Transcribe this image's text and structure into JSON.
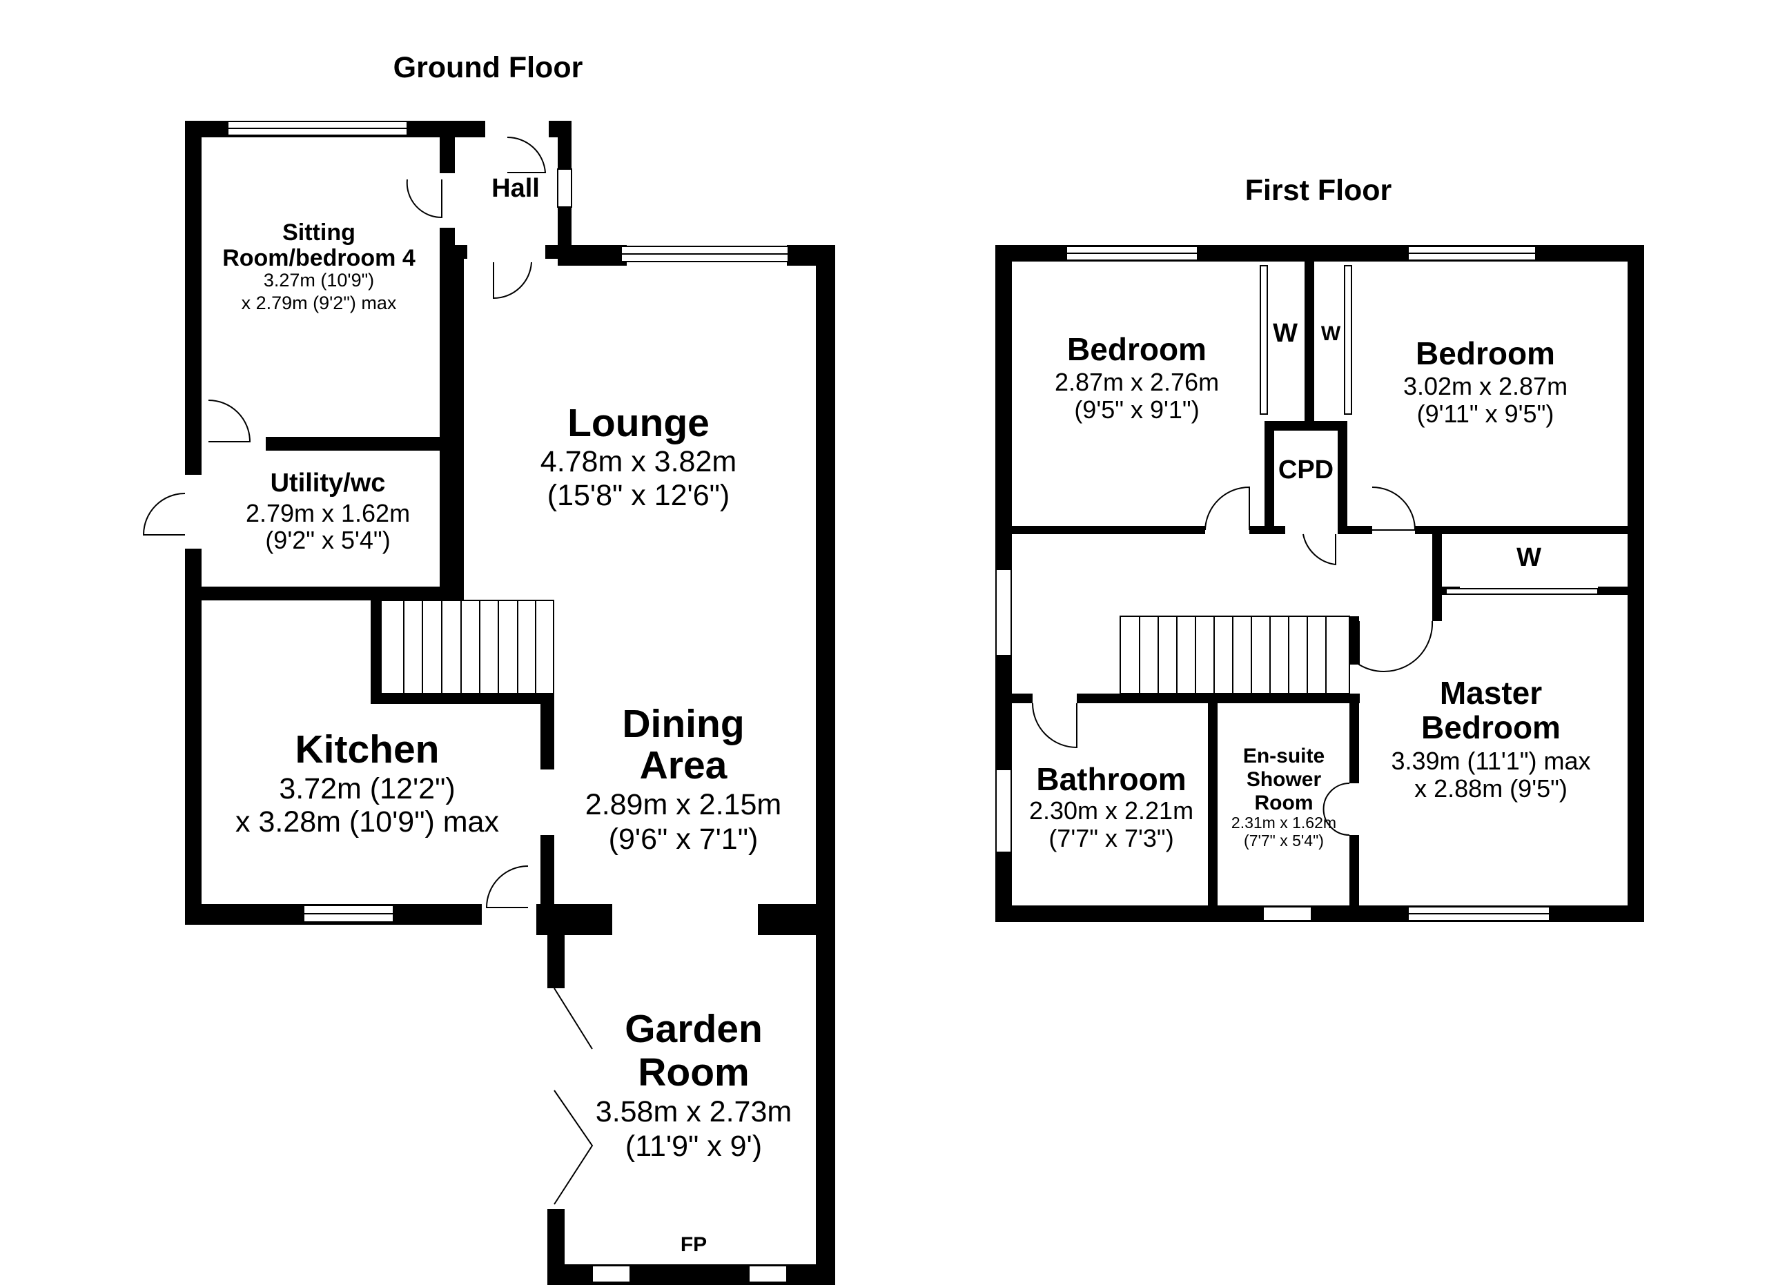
{
  "ground_floor": {
    "title": "Ground Floor",
    "rooms": {
      "sitting": {
        "name_line1": "Sitting",
        "name_line2": "Room/bedroom 4",
        "dim_line1": "3.27m (10'9\")",
        "dim_line2": "x 2.79m (9'2\") max"
      },
      "hall": {
        "name": "Hall"
      },
      "utility": {
        "name": "Utility/wc",
        "dim_line1": "2.79m x 1.62m",
        "dim_line2": "(9'2\" x 5'4\")"
      },
      "lounge": {
        "name": "Lounge",
        "dim_line1": "4.78m x 3.82m",
        "dim_line2": "(15'8\" x 12'6\")"
      },
      "kitchen": {
        "name": "Kitchen",
        "dim_line1": "3.72m (12'2\")",
        "dim_line2": "x 3.28m (10'9\") max"
      },
      "dining": {
        "name_line1": "Dining",
        "name_line2": "Area",
        "dim_line1": "2.89m x 2.15m",
        "dim_line2": "(9'6\" x 7'1\")"
      },
      "garden": {
        "name_line1": "Garden",
        "name_line2": "Room",
        "dim_line1": "3.58m x 2.73m",
        "dim_line2": "(11'9\" x 9')"
      },
      "fp": {
        "label": "FP"
      }
    }
  },
  "first_floor": {
    "title": "First Floor",
    "rooms": {
      "bedroom_left": {
        "name": "Bedroom",
        "dim_line1": "2.87m x 2.76m",
        "dim_line2": "(9'5\" x 9'1\")"
      },
      "bedroom_right": {
        "name": "Bedroom",
        "dim_line1": "3.02m x 2.87m",
        "dim_line2": "(9'11\" x 9'5\")"
      },
      "wardrobe_1": {
        "label": "W"
      },
      "wardrobe_2": {
        "label": "W"
      },
      "wardrobe_3": {
        "label": "W"
      },
      "cpd": {
        "label": "CPD"
      },
      "bathroom": {
        "name": "Bathroom",
        "dim_line1": "2.30m x 2.21m",
        "dim_line2": "(7'7\" x 7'3\")"
      },
      "ensuite": {
        "name_line1": "En-suite",
        "name_line2": "Shower",
        "name_line3": "Room",
        "dim_line1": "2.31m x 1.62m",
        "dim_line2": "(7'7\" x 5'4\")"
      },
      "master": {
        "name_line1": "Master",
        "name_line2": "Bedroom",
        "dim_line1": "3.39m (11'1\") max",
        "dim_line2": "x 2.88m (9'5\")"
      }
    }
  }
}
